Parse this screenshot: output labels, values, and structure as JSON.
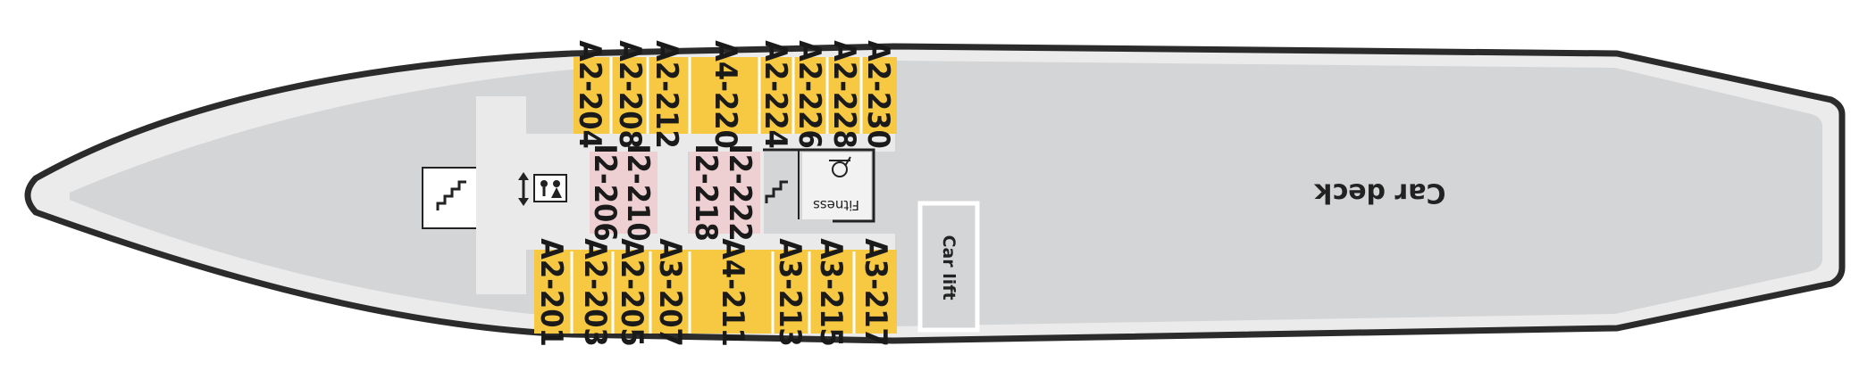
{
  "deck": {
    "car_deck_label": "Car deck",
    "car_lift_label": "Car lift",
    "fitness_label": "Fitness"
  },
  "cabins": {
    "top_row": [
      "A2-204",
      "A2-208",
      "A2-212",
      "A4-220",
      "A2-224",
      "A2-226",
      "A2-228",
      "A2-230"
    ],
    "bottom_row": [
      "A2-201",
      "A2-203",
      "A2-205",
      "A3-207",
      "A4-211",
      "A3-213",
      "A3-215",
      "A3-217"
    ],
    "inner": [
      "I2-206",
      "I2-210",
      "I2-218",
      "I2-222"
    ]
  },
  "colors": {
    "hull_outline": "#2b2b2b",
    "hull_band": "#ebebeb",
    "deck_floor": "#d4d5d7",
    "corridor": "#eaeaea",
    "outside_cabin": "#f7c842",
    "inside_cabin": "#efd0d2",
    "wall": "#222222"
  },
  "icons": [
    "stairs-icon",
    "elevator-icon",
    "wc-icon",
    "gym-icon"
  ]
}
